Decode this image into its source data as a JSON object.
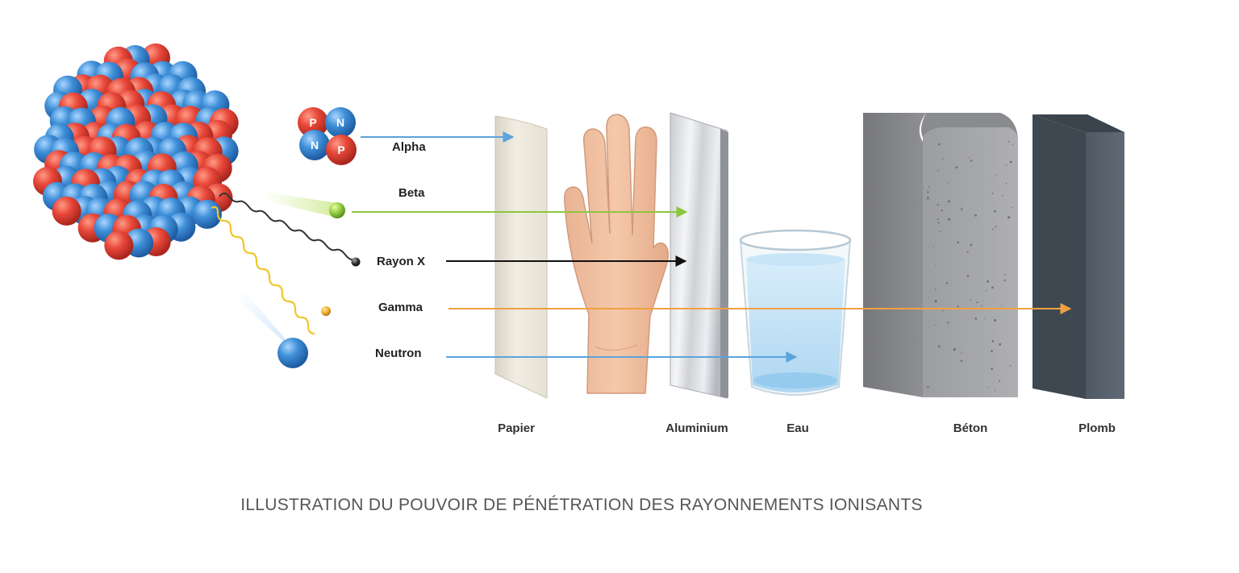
{
  "caption": "ILLUSTRATION DU POUVOIR DE PÉNÉTRATION DES RAYONNEMENTS IONISANTS",
  "radiations": [
    {
      "id": "alpha",
      "label": "Alpha",
      "color": "#5ba4dc"
    },
    {
      "id": "beta",
      "label": "Beta",
      "color": "#8cc63f"
    },
    {
      "id": "xray",
      "label": "Rayon X",
      "color": "#111111"
    },
    {
      "id": "gamma",
      "label": "Gamma",
      "color": "#f0a040"
    },
    {
      "id": "neutron",
      "label": "Neutron",
      "color": "#5ba4dc"
    }
  ],
  "materials": [
    {
      "id": "papier",
      "label": "Papier"
    },
    {
      "id": "aluminium",
      "label": "Aluminium"
    },
    {
      "id": "eau",
      "label": "Eau"
    },
    {
      "id": "beton",
      "label": "Béton"
    },
    {
      "id": "plomb",
      "label": "Plomb"
    }
  ],
  "alpha_particle": {
    "letters": [
      "P",
      "N",
      "N",
      "P"
    ]
  },
  "colors": {
    "proton": "#e8483a",
    "neutron": "#3f8fd8"
  }
}
